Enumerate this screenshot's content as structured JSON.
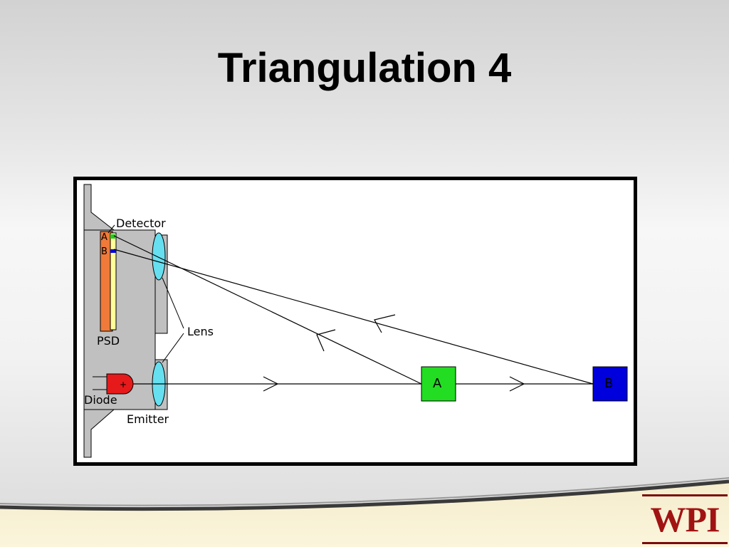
{
  "slide": {
    "title": "Triangulation 4"
  },
  "diagram": {
    "labels": {
      "detector": "Detector",
      "lens": "Lens",
      "psd": "PSD",
      "diode": "Diode",
      "emitter": "Emitter",
      "point_a": "A",
      "point_b": "B",
      "psd_mark_a": "A",
      "psd_mark_b": "B",
      "diode_plus": "+"
    },
    "colors": {
      "psd": "#f07a3a",
      "detector_strip": "#ffff99",
      "lens": "#66e0f0",
      "diode": "#e61a1a",
      "target_a": "#22dd22",
      "target_b": "#0000dd",
      "housing": "#c0c0c0"
    }
  },
  "logo": {
    "text": "WPI",
    "colors": {
      "primary": "#a11313",
      "rule": "#7a0c0c"
    }
  }
}
